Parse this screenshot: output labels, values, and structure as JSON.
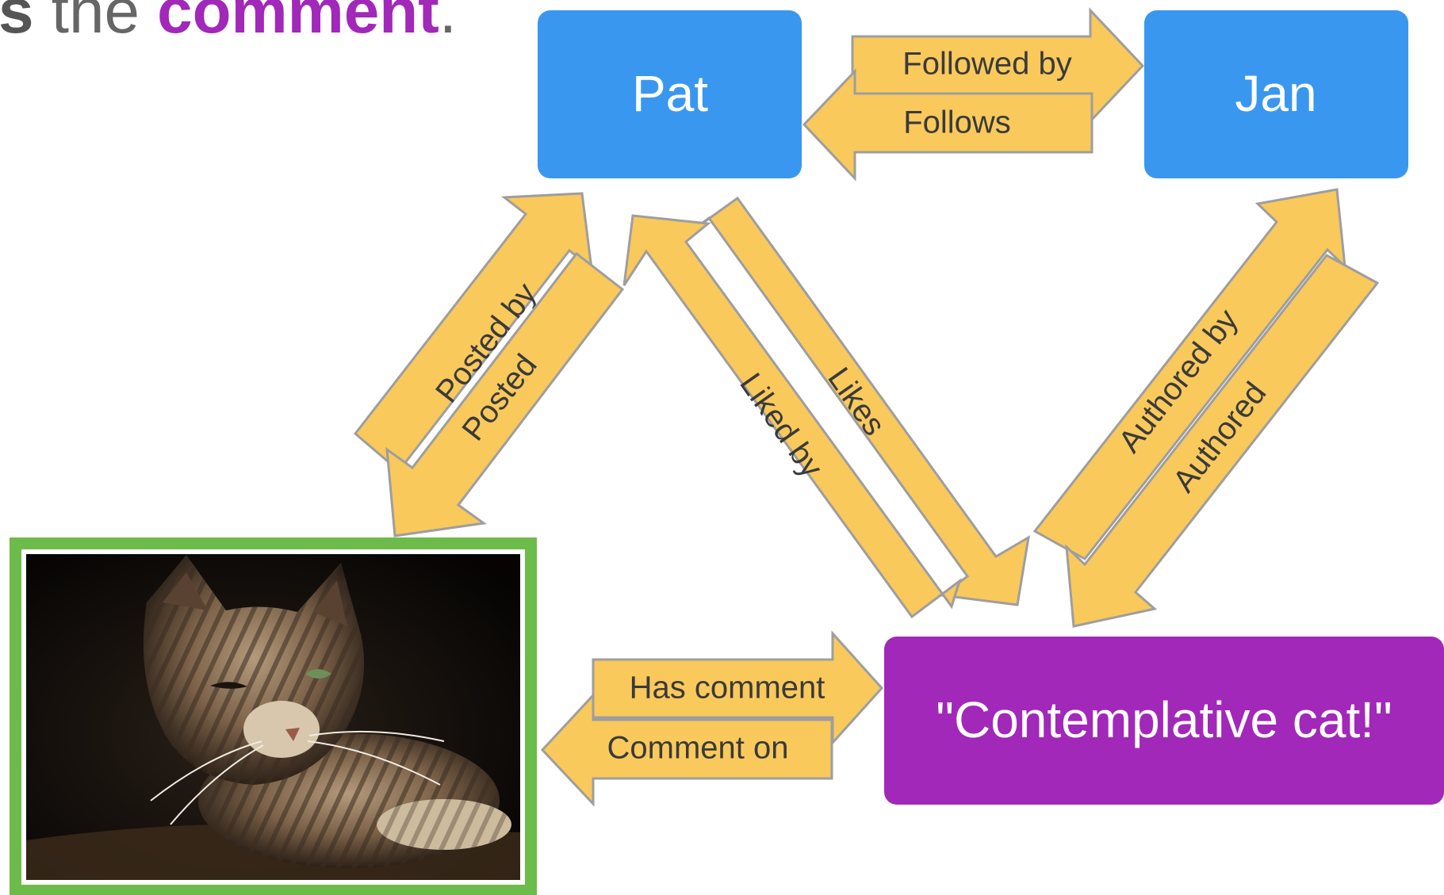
{
  "colors": {
    "person_node": "#3a97ef",
    "comment_node": "#a128b9",
    "arrow_fill": "#f9c95c",
    "arrow_stroke": "#9e9e9e",
    "photo_frame": "#6dbb4a",
    "heading_accent": "#a128b9",
    "heading_text": "#666666"
  },
  "heading": {
    "lead": "s",
    "mid": " the ",
    "accent": "comment",
    "tail": "."
  },
  "nodes": {
    "pat": "Pat",
    "jan": "Jan",
    "comment": "\"Contemplative cat!\""
  },
  "photo": {
    "subject": "tabby cat photograph",
    "icon": "cat-photo"
  },
  "edges": {
    "followed_by": "Followed by",
    "follows": "Follows",
    "posted_by": "Posted by",
    "posted": "Posted",
    "likes": "Likes",
    "liked_by": "Liked by",
    "authored_by": "Authored by",
    "authored": "Authored",
    "has_comment": "Has comment",
    "comment_on": "Comment on"
  }
}
